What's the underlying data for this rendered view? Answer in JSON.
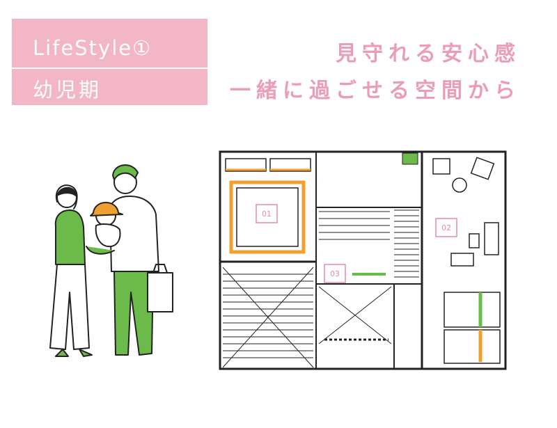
{
  "badge": {
    "title": "LifeStyle①",
    "stage": "幼児期"
  },
  "headline": {
    "line1": "見守れる安心感",
    "line2": "一緒に過ごせる空間から"
  },
  "floorplan": {
    "room_labels": [
      "01",
      "02",
      "03"
    ],
    "colors": {
      "pink": "#f2b6c6",
      "accent": "#e88aa8",
      "green": "#6cbb4a",
      "orange": "#f0a030",
      "line": "#222222"
    }
  }
}
